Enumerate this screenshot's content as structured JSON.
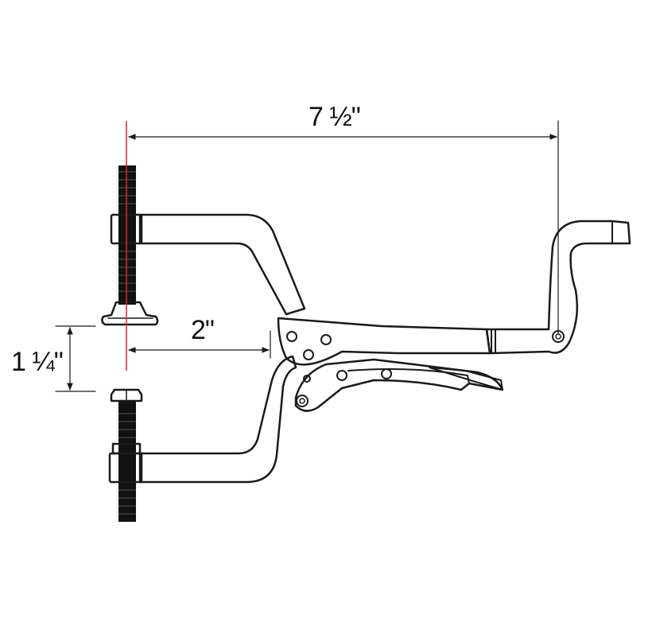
{
  "dimensions": {
    "overall_length": "7 ½\"",
    "throat_depth": "2\"",
    "jaw_opening": "1 ¼\""
  },
  "colors": {
    "outline": "#1a1a1a",
    "fill": "#ffffff",
    "thread": "#111111",
    "centerline": "#e0242b"
  }
}
